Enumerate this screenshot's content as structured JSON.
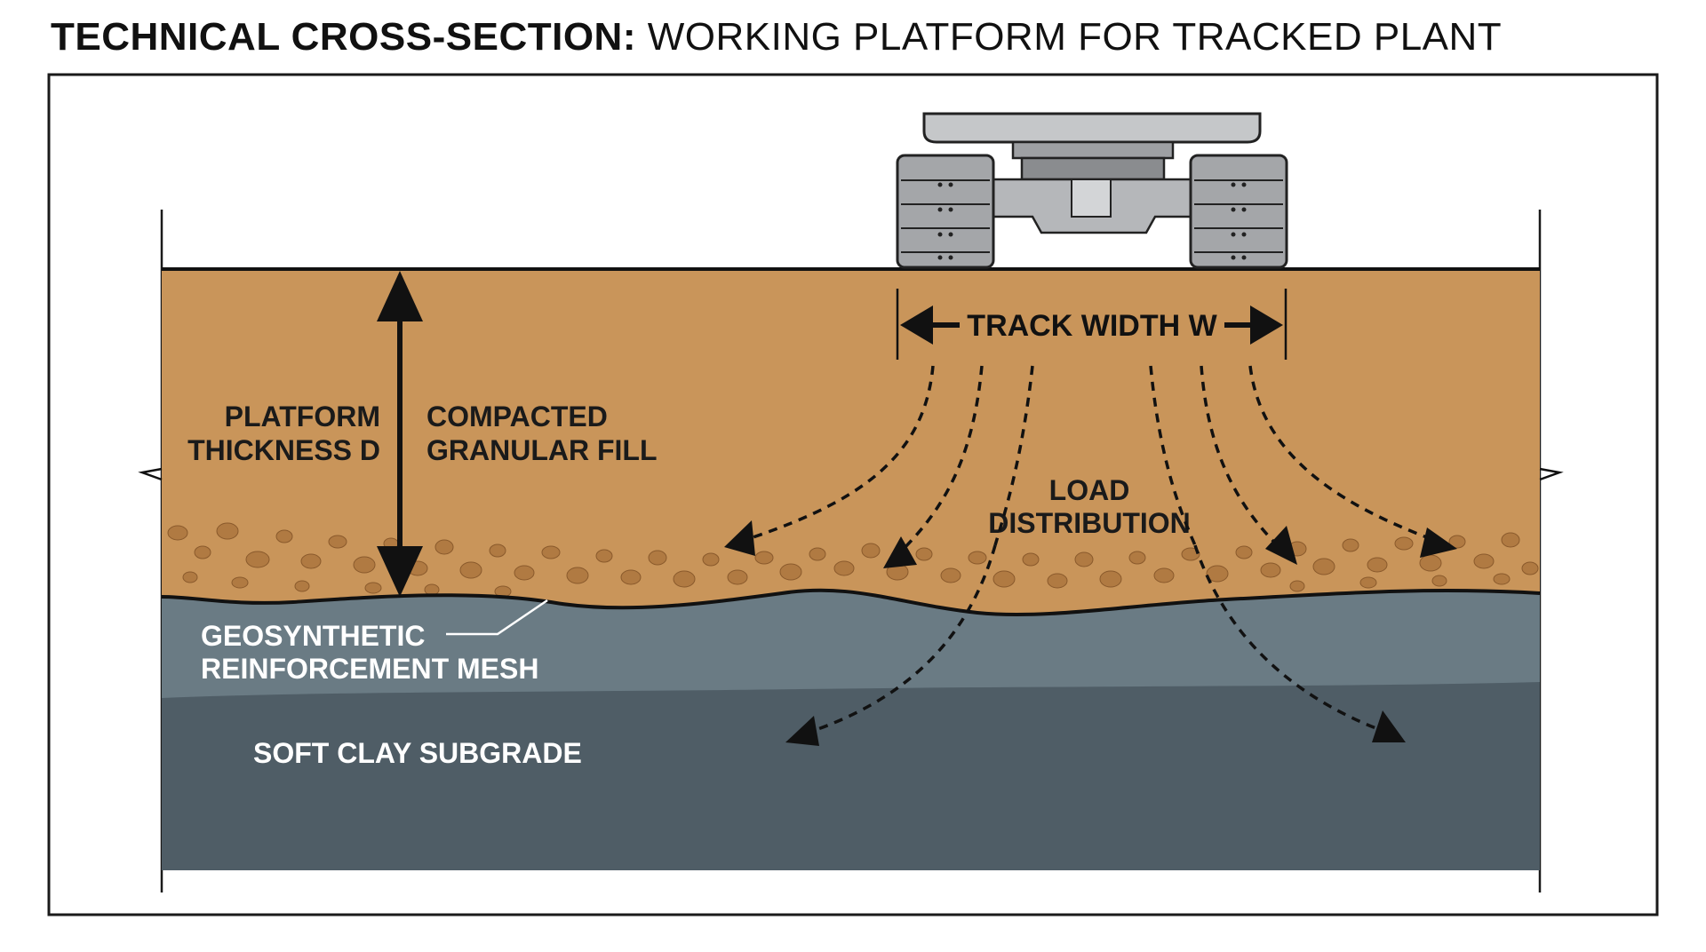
{
  "title": {
    "bold": "TECHNICAL CROSS-SECTION:",
    "rest": "WORKING PLATFORM FOR TRACKED PLANT"
  },
  "labels": {
    "platform_thickness_line1": "PLATFORM",
    "platform_thickness_line2": "THICKNESS D",
    "fill_line1": "COMPACTED",
    "fill_line2": "GRANULAR FILL",
    "track_width": "TRACK WIDTH W",
    "load_line1": "LOAD",
    "load_line2": "DISTRIBUTION",
    "mesh_line1": "GEOSYNTHETIC",
    "mesh_line2": "REINFORCEMENT MESH",
    "subgrade": "SOFT CLAY SUBGRADE"
  },
  "colors": {
    "fill": "#c9955a",
    "gravel": "#b8834a",
    "mesh_layer": "#6a7b84",
    "subgrade": "#4f5d66",
    "machine": "#b9bbbd",
    "outline": "#1a1a1a"
  }
}
